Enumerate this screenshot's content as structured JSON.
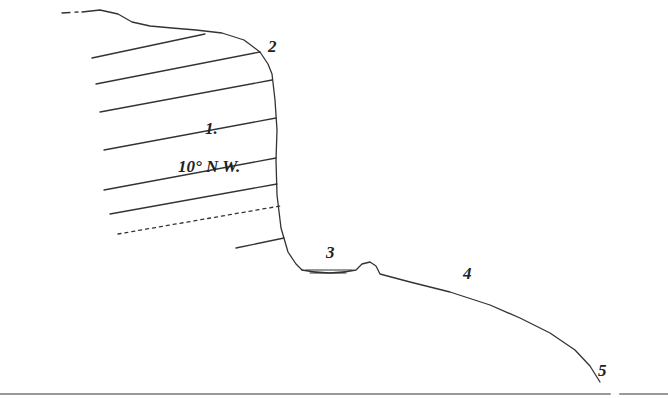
{
  "diagram": {
    "labels": [
      "1.",
      "10° N W.",
      "2",
      "3",
      "4",
      "5"
    ]
  }
}
